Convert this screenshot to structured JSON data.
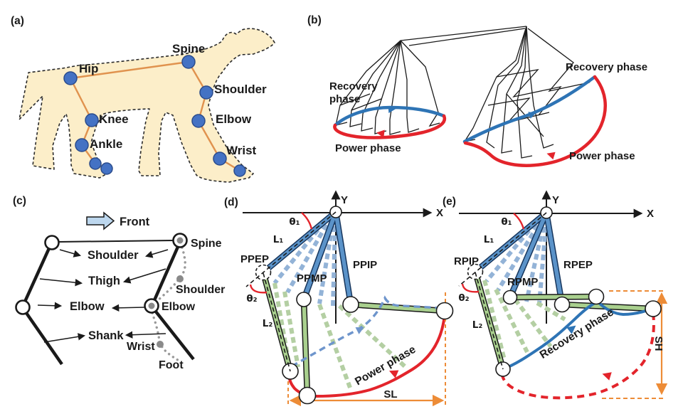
{
  "figure": {
    "description": "Dog gait kinematics figure with five panels",
    "colors": {
      "dog_fill": "#FCEEC9",
      "bone_orange": "#E0924E",
      "joint_blue": "#4472C4",
      "link_blue": "#5B93C9",
      "link_blue_dash": "#93B3D7",
      "link_green": "#A9D08E",
      "link_green_dash": "#B4CFA3",
      "curve_red": "#E3242B",
      "curve_blue": "#2E74B5",
      "recovery_dash_blue": "#6E95CC",
      "measure_orange": "#ED8C37",
      "gray": "#8A8A8A",
      "front_arrow_fill": "#BDD7EE"
    }
  },
  "panel_a": {
    "label": "(a)",
    "joints": {
      "hip": "Hip",
      "spine": "Spine",
      "shoulder": "Shoulder",
      "knee": "Knee",
      "elbow": "Elbow",
      "ankle": "Ankle",
      "wrist": "Wrist"
    }
  },
  "panel_b": {
    "label": "(b)",
    "left": {
      "recovery_line1": "Recovery",
      "recovery_line2": "phase",
      "power": "Power phase"
    },
    "right": {
      "recovery": "Recovery phase",
      "power": "Power phase"
    }
  },
  "panel_c": {
    "label": "(c)",
    "front": "Front",
    "segments": {
      "shoulder": "Shoulder",
      "thigh": "Thigh",
      "elbow": "Elbow",
      "shank": "Shank"
    },
    "gray_joints": {
      "spine": "Spine",
      "shoulder": "Shoulder",
      "elbow": "Elbow",
      "wrist": "Wrist",
      "foot": "Foot"
    }
  },
  "panel_d": {
    "label": "(d)",
    "x_label": "X",
    "y_label": "Y",
    "theta1": "θ₁",
    "theta2": "θ₂",
    "l1": "L₁",
    "l2": "L₂",
    "ppep": "PPEP",
    "ppmp": "PPMP",
    "ppip": "PPIP",
    "power": "Power phase",
    "sl": "SL"
  },
  "panel_e": {
    "label": "(e)",
    "x_label": "X",
    "y_label": "Y",
    "theta1": "θ₁",
    "theta2": "θ₂",
    "l1": "L₁",
    "l2": "L₂",
    "rpip": "RPIP",
    "rpmp": "RPMP",
    "rpep": "RPEP",
    "recovery": "Recovery phase",
    "sh": "SH"
  }
}
